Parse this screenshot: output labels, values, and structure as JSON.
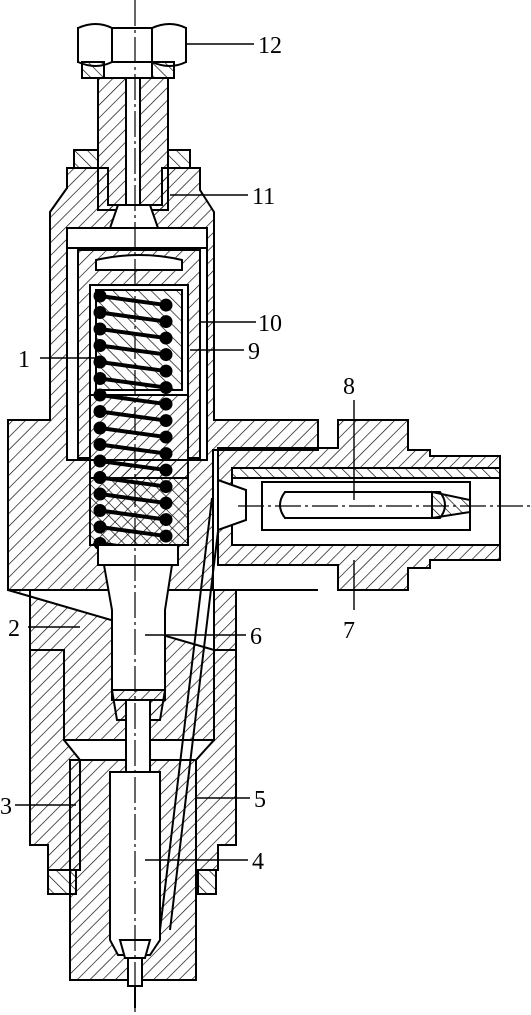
{
  "figure": {
    "callouts": [
      {
        "id": "1",
        "text": "1"
      },
      {
        "id": "2",
        "text": "2"
      },
      {
        "id": "3",
        "text": "3"
      },
      {
        "id": "4",
        "text": "4"
      },
      {
        "id": "5",
        "text": "5"
      },
      {
        "id": "6",
        "text": "6"
      },
      {
        "id": "7",
        "text": "7"
      },
      {
        "id": "8",
        "text": "8"
      },
      {
        "id": "9",
        "text": "9"
      },
      {
        "id": "10",
        "text": "10"
      },
      {
        "id": "11",
        "text": "11"
      },
      {
        "id": "12",
        "text": "12"
      }
    ]
  },
  "colors": {
    "ink": "#000000",
    "paper": "#ffffff"
  }
}
